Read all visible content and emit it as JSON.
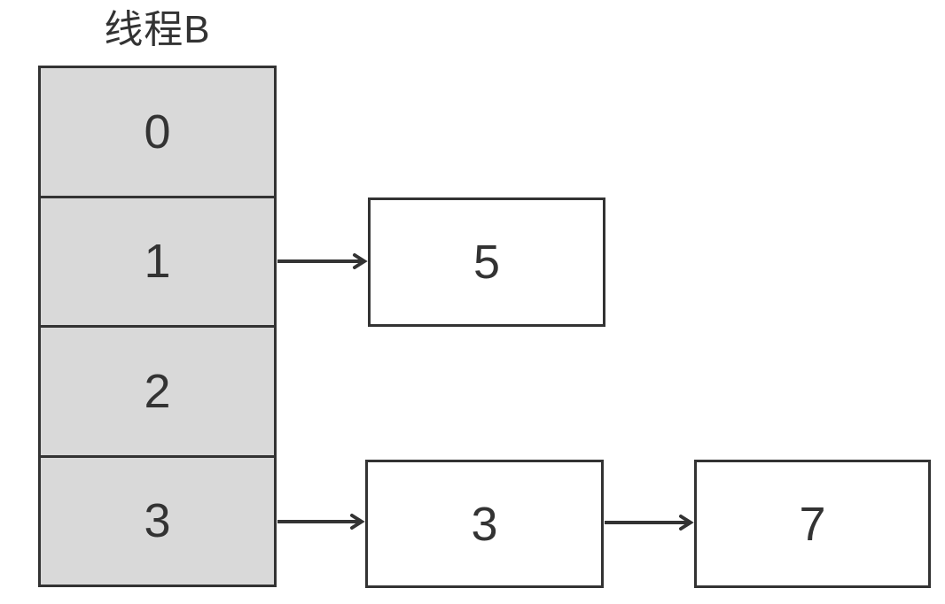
{
  "diagram": {
    "title": "线程B",
    "type": "hash-table-buckets-with-linked-lists",
    "colors": {
      "cell_fill": "#d9d9d9",
      "node_fill": "#ffffff",
      "border": "#333333",
      "arrow": "#333333",
      "text": "#333333",
      "background": "#ffffff"
    },
    "array": {
      "cells": [
        {
          "label": "0"
        },
        {
          "label": "1"
        },
        {
          "label": "2"
        },
        {
          "label": "3"
        }
      ]
    },
    "nodes": [
      {
        "value": "5"
      },
      {
        "value": "3"
      },
      {
        "value": "7"
      }
    ],
    "edges": [
      {
        "from": "bucket-cell-1",
        "to": "node-5"
      },
      {
        "from": "bucket-cell-3",
        "to": "node-3"
      },
      {
        "from": "node-3",
        "to": "node-7"
      }
    ]
  }
}
